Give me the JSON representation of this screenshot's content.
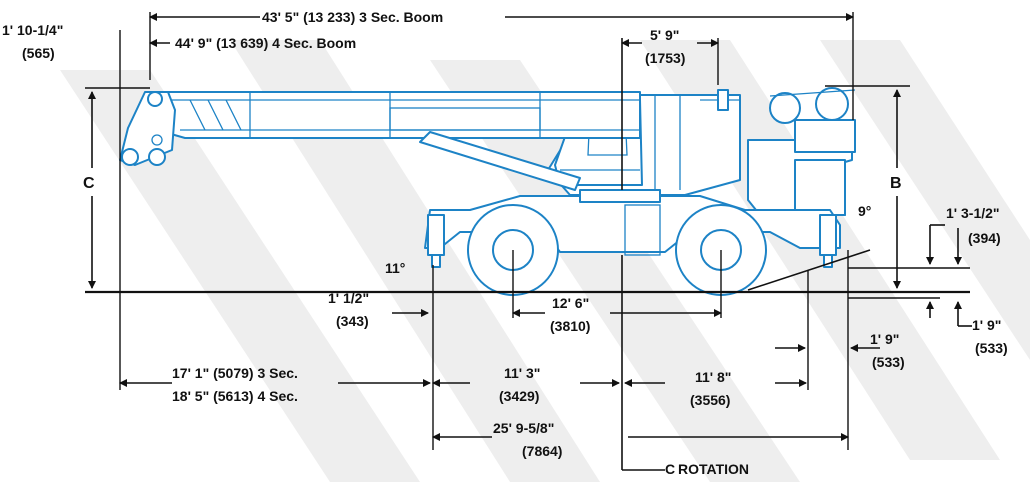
{
  "dimensions": {
    "boom_3sec": "43' 5\" (13 233) 3 Sec. Boom",
    "boom_4sec": "44' 9\" (13 639) 4 Sec. Boom",
    "front_offset_ft": "1' 10-1/4\"",
    "front_offset_mm": "(565)",
    "cab_offset_ft": "5' 9\"",
    "cab_offset_mm": "(1753)",
    "height_c": "C",
    "height_b": "B",
    "angle_rear": "9°",
    "angle_front": "11°",
    "rear_clear_ft": "1' 3-1/2\"",
    "rear_clear_mm": "(394)",
    "front_clear_ft": "1' 1/2\"",
    "front_clear_mm": "(343)",
    "wheelbase_ft": "12' 6\"",
    "wheelbase_mm": "(3810)",
    "ground_clear_ft": "1' 9\"",
    "ground_clear_mm": "(533)",
    "tail_ft": "1' 9\"",
    "tail_mm": "(533)",
    "overhang_3sec": "17' 1\" (5079) 3 Sec.",
    "overhang_4sec": "18' 5\" (5613) 4 Sec.",
    "front_to_center_ft": "11' 3\"",
    "front_to_center_mm": "(3429)",
    "center_to_rear_ft": "11' 8\"",
    "center_to_rear_mm": "(3556)",
    "overall_ft": "25' 9-5/8\"",
    "overall_mm": "(7864)",
    "rotation_symbol": "C",
    "rotation_label": "ROTATION"
  },
  "colors": {
    "crane_line": "#1d83c6",
    "dimension_line": "#111111",
    "watermark": "#eeeeee"
  }
}
